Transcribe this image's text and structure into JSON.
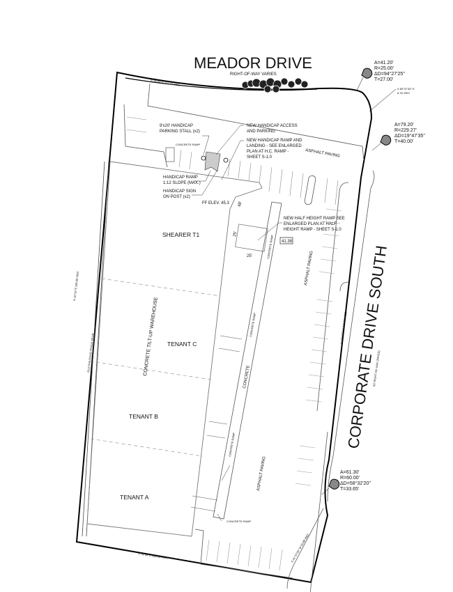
{
  "title": "Site Plan",
  "streets": {
    "north": {
      "name": "MEADOR DRIVE",
      "row": "RIGHT-OF-WAY VARIES"
    },
    "east": {
      "name": "CORPORATE DRIVE SOUTH",
      "row": "60' RIGHT-OF-WAY (PAVED)"
    }
  },
  "bearings": {
    "north": "S 79°50' E  117.77'-REC",
    "northeast": "S 89°37'35\" E",
    "northeast2": "8.78'-REC",
    "east": "N 10°10'0\" E  340.00'-REC",
    "west": "N 10°10' E  340.00'-REC",
    "south": "S 79°50' E  290.00'-REC",
    "southeast": "S 41°37'36\" W  50.88'-REC"
  },
  "curves": [
    {
      "A": "A=41.20'",
      "R": "R=25.00'",
      "D": "ΔD=94°27'25\"",
      "T": "T=27.00'"
    },
    {
      "A": "A=79.20'",
      "R": "R=229.27'",
      "D": "ΔD=19°47'35\"",
      "T": "T=40.00'"
    },
    {
      "A": "A=61.30'",
      "R": "R=60.00'",
      "D": "ΔD=58°32'20\"",
      "T": "T=33.65'"
    }
  ],
  "notes": {
    "hc_stall": [
      "9'x20' HANDICAP",
      "PARKING STALL (x2)"
    ],
    "hc_access": [
      "NEW HANDICAP ACCESS",
      "AND PARKING"
    ],
    "hc_ramp_landing": [
      "NEW HANDICAP RAMP AND",
      "LANDING - SEE ENLARGED",
      "PLAN AT H.C. RAMP -",
      "SHEET S-1.0"
    ],
    "hc_ramp_slope": [
      "HANDICAP RAMP",
      "1:12 SLOPE (MAX.)"
    ],
    "hc_sign": [
      "HANDICAP SIGN",
      "ON POST (x2)"
    ],
    "half_ramp": [
      "NEW HALF HEIGHT RAMP SEE",
      "ENLARGED PLAN AT HALF",
      "HEIGHT RAMP - SHEET S-1.0"
    ],
    "concrete_ramp": "CONCRETE RAMP",
    "concrete": "CONCRETE",
    "asphalt": "ASPHALT PAVING",
    "ff_elev": "FF ELEV. 45.3",
    "elev_box": "41.38",
    "dim_48": "48'",
    "dim_25a": "25'",
    "dim_25b": "25'",
    "rail": "OLD RAILROAD TRACK SPUR",
    "warehouse": "CONCRETE TILT-UP WAREHOUSE"
  },
  "tenants": [
    "SHEARER T1",
    "TENANT C",
    "TENANT B",
    "TENANT A"
  ]
}
